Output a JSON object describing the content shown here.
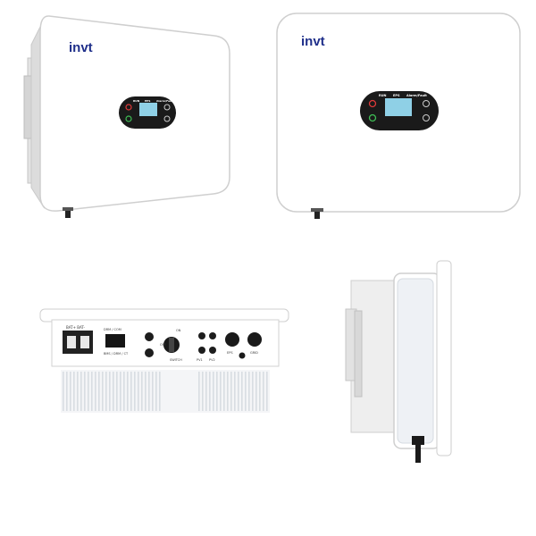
{
  "brand": {
    "name": "invt",
    "color": "#1f2f8a"
  },
  "panel_labels": {
    "run": "RUN",
    "eps": "EPS",
    "alarm": "Alarm/Fault"
  },
  "bottom_labels": {
    "battery": "BAT+ BAT-",
    "comm": "DRM / COM",
    "comm2": "BMS / DRM / CT",
    "switch_on": "ON",
    "switch_off": "OFF",
    "switch_name": "SWITCH",
    "pv1": "PV1",
    "pv2": "PV2",
    "ac_eps": "EPS",
    "ac_grid": "GRID"
  },
  "colors": {
    "body": "#ffffff",
    "edge": "#cfcfcf",
    "display": "#1a1a1a",
    "screen": "#8fd0e6",
    "led_green": "#3fbf55",
    "led_red": "#e03a3a",
    "heatsink": "#d8dde2"
  }
}
